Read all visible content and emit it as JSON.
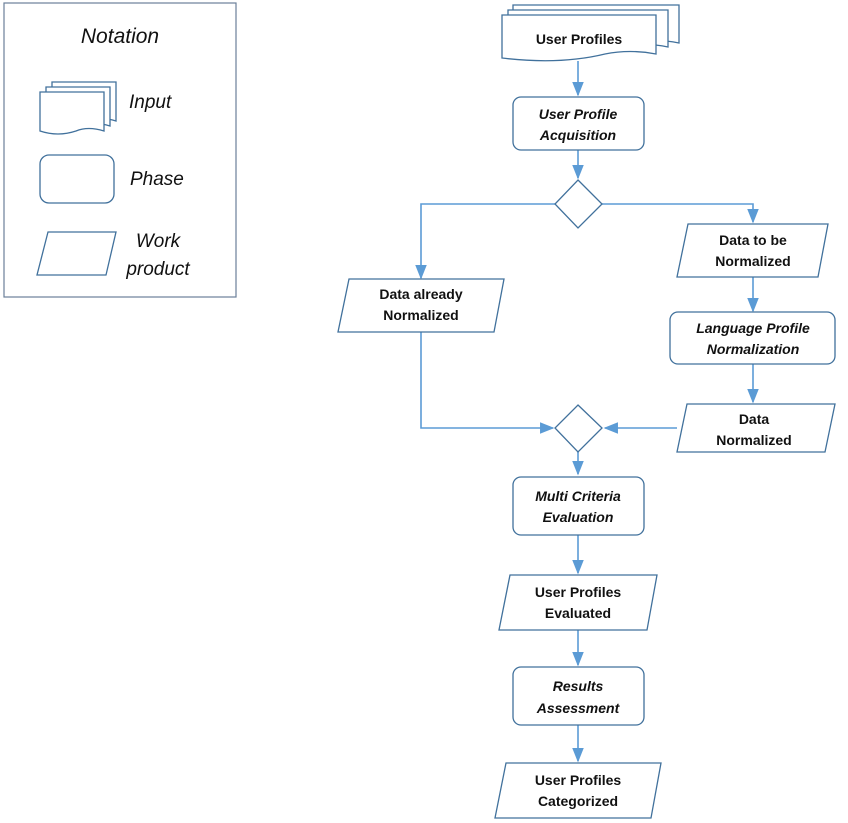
{
  "notation": {
    "title": "Notation",
    "input_label": "Input",
    "phase_label": "Phase",
    "work_product_line1": "Work",
    "work_product_line2": "product"
  },
  "flow": {
    "user_profiles": "User Profiles",
    "acquisition_line1": "User Profile",
    "acquisition_line2": "Acquisition",
    "already_line1": "Data already",
    "already_line2": "Normalized",
    "to_be_line1": "Data to be",
    "to_be_line2": "Normalized",
    "lang_norm_line1": "Language Profile",
    "lang_norm_line2": "Normalization",
    "data_norm_line1": "Data",
    "data_norm_line2": "Normalized",
    "mce_line1": "Multi Criteria",
    "mce_line2": "Evaluation",
    "evaluated_line1": "User Profiles",
    "evaluated_line2": "Evaluated",
    "results_line1": "Results",
    "results_line2": "Assessment",
    "categorized_line1": "User Profiles",
    "categorized_line2": "Categorized"
  },
  "colors": {
    "shape_stroke": "#41719c",
    "connector": "#5b9bd5",
    "legend_border": "#6b7f99",
    "text": "#111111"
  }
}
